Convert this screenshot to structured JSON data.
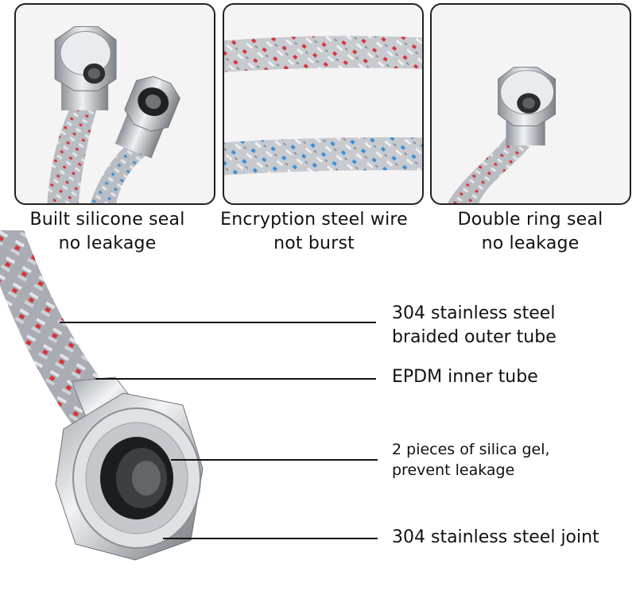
{
  "features": [
    {
      "line1": "Built silicone seal",
      "line2": "no leakage"
    },
    {
      "line1": "Encryption steel wire",
      "line2": "not burst"
    },
    {
      "line1": "Double ring seal",
      "line2": "no leakage"
    }
  ],
  "callouts": [
    {
      "line1": "304 stainless steel",
      "line2": "braided outer tube"
    },
    {
      "line1": "EPDM inner tube"
    },
    {
      "line1": "2 pieces of silica gel,",
      "line2": "prevent leakage"
    },
    {
      "line1": "304 stainless steel joint"
    }
  ],
  "colors": {
    "hot_stripe": "#d6363a",
    "cold_stripe": "#3a8fd6",
    "steel": "#c9ccd0",
    "border": "#222222"
  }
}
